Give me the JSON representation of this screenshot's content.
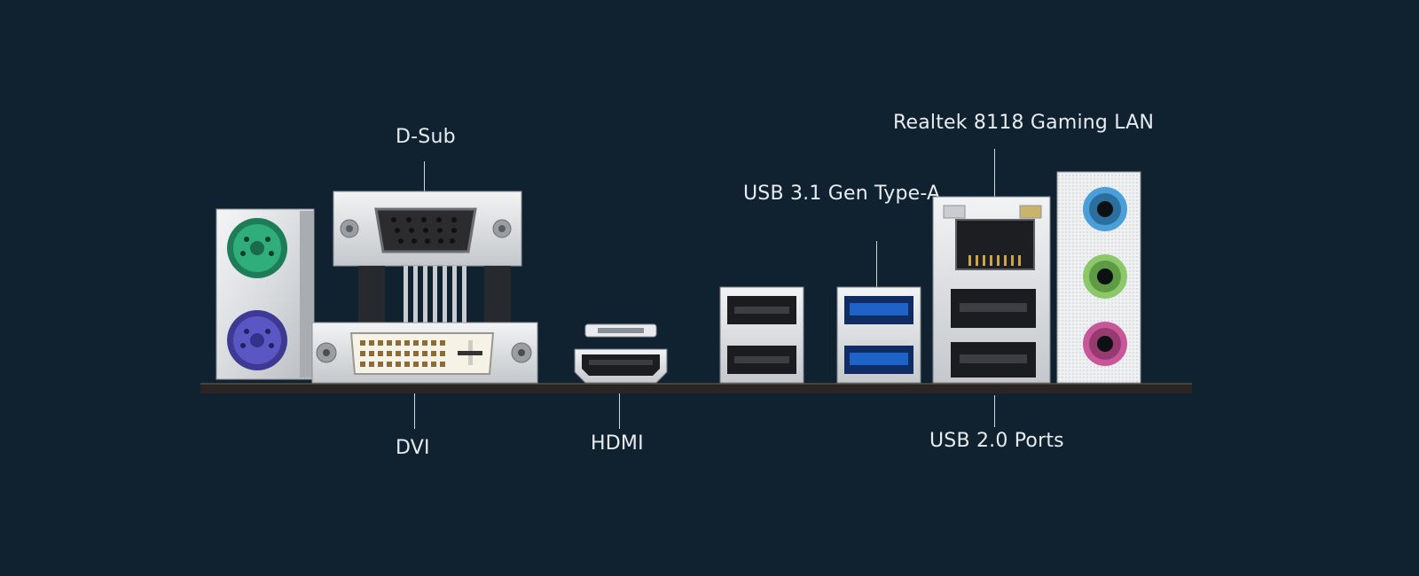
{
  "labels": {
    "dsub": "D-Sub",
    "dvi": "DVI",
    "hdmi": "HDMI",
    "usb31": "USB 3.1 Gen Type-A",
    "lan": "Realtek 8118 Gaming LAN",
    "usb20": "USB 2.0 Ports"
  },
  "colors": {
    "background": "#10212f",
    "ps2_keyboard": "#2fae7c",
    "ps2_mouse": "#5a57c4",
    "usb3_blue": "#1e63c8",
    "audio_line_in": "#4a9fd8",
    "audio_line_out": "#8cc86a",
    "audio_mic": "#c8579a"
  }
}
